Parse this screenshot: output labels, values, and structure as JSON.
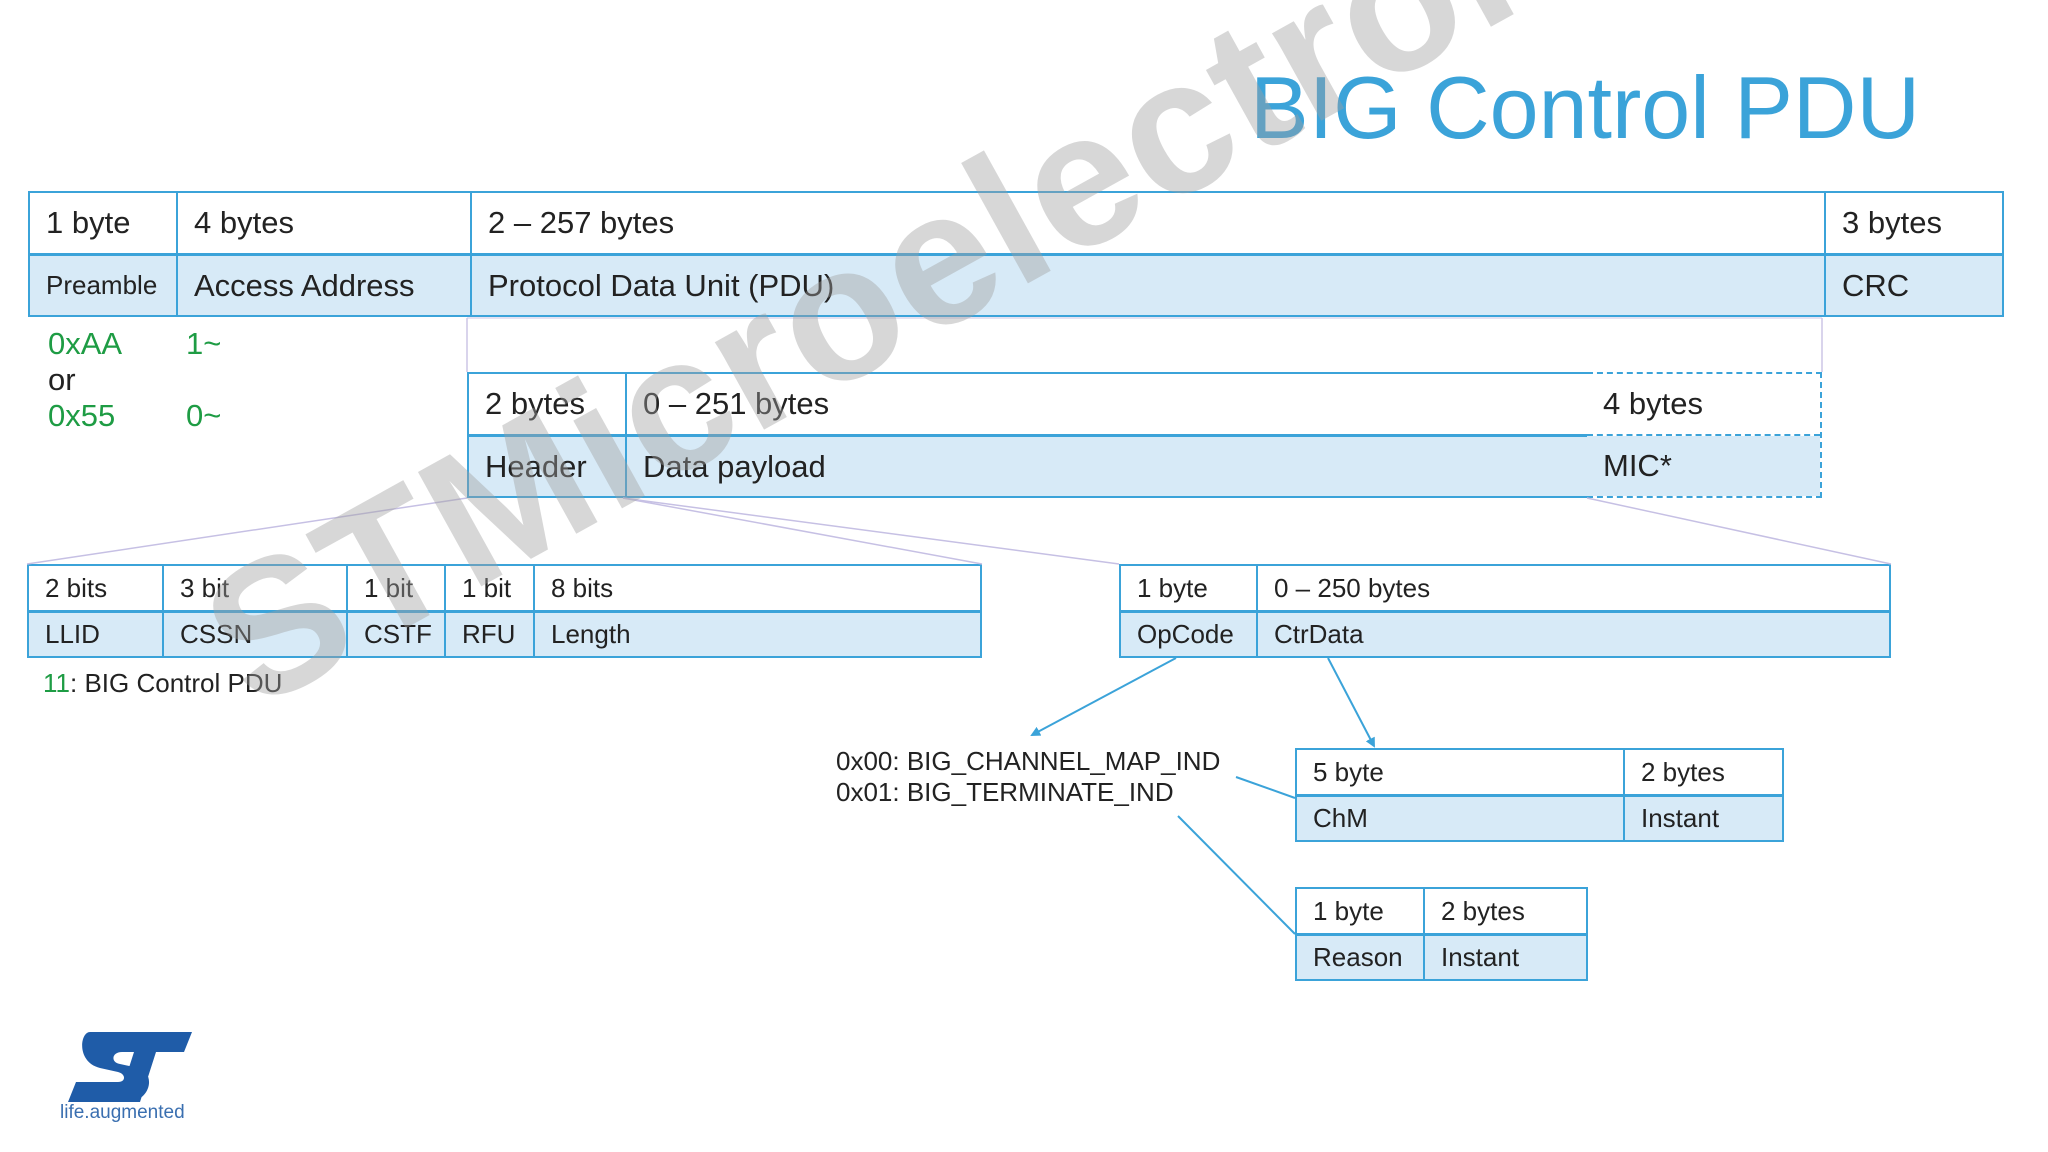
{
  "title": "BIG Control PDU",
  "packet": {
    "sizes": [
      "1 byte",
      "4 bytes",
      "2 – 257 bytes",
      "3 bytes"
    ],
    "fields": [
      "Preamble",
      "Access Address",
      "Protocol Data Unit (PDU)",
      "CRC"
    ]
  },
  "preamble_values": [
    "0xAA",
    "or",
    "0x55"
  ],
  "access_values": [
    "1~",
    "0~"
  ],
  "pdu": {
    "sizes": [
      "2 bytes",
      "0 – 251 bytes"
    ],
    "fields": [
      "Header",
      "Data payload"
    ],
    "mic_size": "4 bytes",
    "mic_label": "MIC*"
  },
  "header": {
    "sizes": [
      "2 bits",
      "3 bit",
      "1 bit",
      "1 bit",
      "8 bits"
    ],
    "fields": [
      "LLID",
      "CSSN",
      "CSTF",
      "RFU",
      "Length"
    ],
    "note_value": "11",
    "note_text": ": BIG Control PDU"
  },
  "payload": {
    "sizes": [
      "1 byte",
      "0 – 250 bytes"
    ],
    "fields": [
      "OpCode",
      "CtrData"
    ]
  },
  "opcodes": [
    "0x00: BIG_CHANNEL_MAP_IND",
    "0x01: BIG_TERMINATE_IND"
  ],
  "chm_table": {
    "sizes": [
      "5 byte",
      "2 bytes"
    ],
    "fields": [
      "ChM",
      "Instant"
    ]
  },
  "reason_table": {
    "sizes": [
      "1 byte",
      "2 bytes"
    ],
    "fields": [
      "Reason",
      "Instant"
    ]
  },
  "watermark": "STMicroelectronics",
  "logo": {
    "text": "ST",
    "tagline": "life.augmented"
  },
  "colors": {
    "accent": "#3BA3D9",
    "fill": "#D7EAF7",
    "green": "#1E9C44",
    "watermark": "#A0A0A0"
  }
}
